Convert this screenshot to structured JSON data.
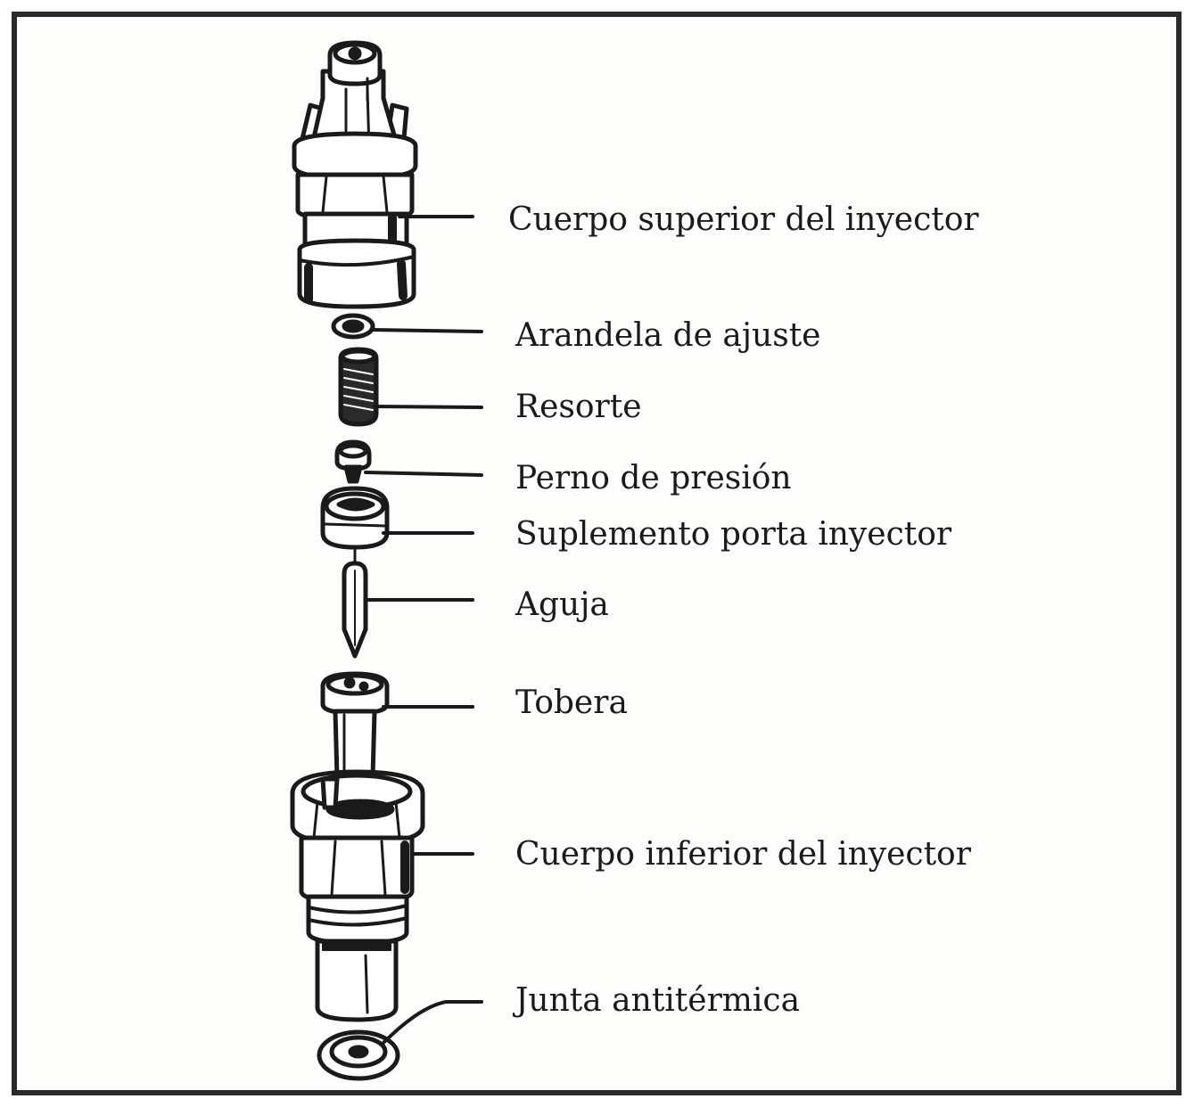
{
  "colors": {
    "ink": "#1a1a1a",
    "paper": "#fdfdfb"
  },
  "parts": [
    {
      "id": "upper-body",
      "label": "Cuerpo superior del inyector"
    },
    {
      "id": "washer",
      "label": "Arandela de ajuste"
    },
    {
      "id": "spring",
      "label": "Resorte"
    },
    {
      "id": "pressure-pin",
      "label": "Perno de presión"
    },
    {
      "id": "holder-shim",
      "label": "Suplemento porta inyector"
    },
    {
      "id": "needle",
      "label": "Aguja"
    },
    {
      "id": "nozzle",
      "label": "Tobera"
    },
    {
      "id": "lower-body",
      "label": "Cuerpo inferior del inyector"
    },
    {
      "id": "heat-gasket",
      "label": "Junta antitérmica"
    }
  ]
}
